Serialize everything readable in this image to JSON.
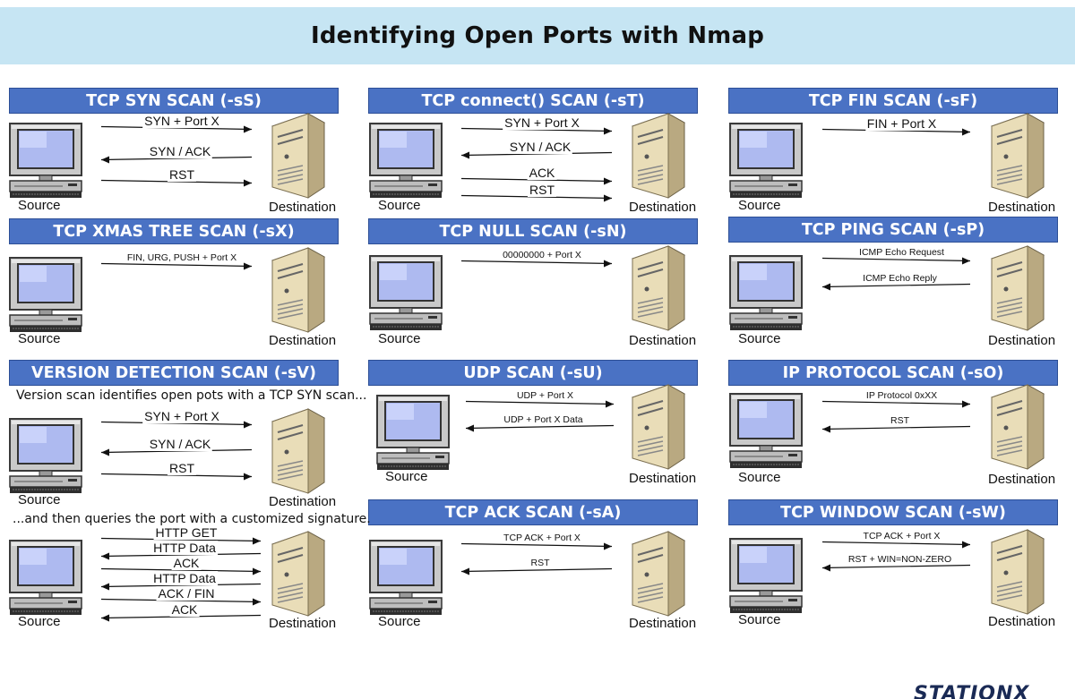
{
  "title": "Identifying Open Ports with Nmap",
  "labels": {
    "source": "Source",
    "destination": "Destination"
  },
  "notes": {
    "version_top": "Version scan identifies open pots with a TCP SYN scan...",
    "version_bottom": "...and then queries the port with a customized signature."
  },
  "logo": {
    "text": "STATIONX"
  },
  "colors": {
    "title_bg": "#c6e5f3",
    "header_bg": "#4a72c4",
    "header_text": "#ffffff"
  },
  "panels": [
    {
      "id": "syn",
      "header": "TCP SYN SCAN (-sS)",
      "arrows": [
        {
          "label": "SYN + Port X",
          "dir": "right"
        },
        {
          "label": "SYN / ACK",
          "dir": "left"
        },
        {
          "label": "RST",
          "dir": "right"
        }
      ]
    },
    {
      "id": "connect",
      "header": "TCP connect() SCAN (-sT)",
      "arrows": [
        {
          "label": "SYN + Port X",
          "dir": "right"
        },
        {
          "label": "SYN / ACK",
          "dir": "left"
        },
        {
          "label": "ACK",
          "dir": "right"
        },
        {
          "label": "RST",
          "dir": "right"
        }
      ]
    },
    {
      "id": "fin",
      "header": "TCP FIN SCAN (-sF)",
      "arrows": [
        {
          "label": "FIN + Port X",
          "dir": "right"
        }
      ]
    },
    {
      "id": "xmas",
      "header": "TCP XMAS TREE SCAN (-sX)",
      "arrows": [
        {
          "label": "FIN, URG, PUSH + Port X",
          "dir": "right"
        }
      ]
    },
    {
      "id": "null",
      "header": "TCP NULL SCAN (-sN)",
      "arrows": [
        {
          "label": "00000000 + Port X",
          "dir": "right"
        }
      ]
    },
    {
      "id": "ping",
      "header": "TCP PING SCAN (-sP)",
      "arrows": [
        {
          "label": "ICMP Echo Request",
          "dir": "right"
        },
        {
          "label": "ICMP Echo Reply",
          "dir": "left"
        }
      ]
    },
    {
      "id": "version",
      "header": "VERSION DETECTION SCAN (-sV)",
      "arrows": [
        {
          "label": "SYN + Port X",
          "dir": "right"
        },
        {
          "label": "SYN / ACK",
          "dir": "left"
        },
        {
          "label": "RST",
          "dir": "right"
        }
      ]
    },
    {
      "id": "version2",
      "header": "",
      "arrows": [
        {
          "label": "HTTP GET",
          "dir": "right"
        },
        {
          "label": "HTTP Data",
          "dir": "left"
        },
        {
          "label": "ACK",
          "dir": "right"
        },
        {
          "label": "HTTP Data",
          "dir": "left"
        },
        {
          "label": "ACK / FIN",
          "dir": "right"
        },
        {
          "label": "ACK",
          "dir": "left"
        }
      ]
    },
    {
      "id": "udp",
      "header": "UDP SCAN (-sU)",
      "arrows": [
        {
          "label": "UDP + Port X",
          "dir": "right"
        },
        {
          "label": "UDP + Port X Data",
          "dir": "left"
        }
      ]
    },
    {
      "id": "ipproto",
      "header": "IP PROTOCOL SCAN (-sO)",
      "arrows": [
        {
          "label": "IP Protocol 0xXX",
          "dir": "right"
        },
        {
          "label": "RST",
          "dir": "left"
        }
      ]
    },
    {
      "id": "ack",
      "header": "TCP ACK SCAN (-sA)",
      "arrows": [
        {
          "label": "TCP ACK + Port X",
          "dir": "right"
        },
        {
          "label": "RST",
          "dir": "left"
        }
      ]
    },
    {
      "id": "window",
      "header": "TCP WINDOW SCAN (-sW)",
      "arrows": [
        {
          "label": "TCP ACK + Port X",
          "dir": "right"
        },
        {
          "label": "RST + WIN=NON-ZERO",
          "dir": "left"
        }
      ]
    }
  ]
}
